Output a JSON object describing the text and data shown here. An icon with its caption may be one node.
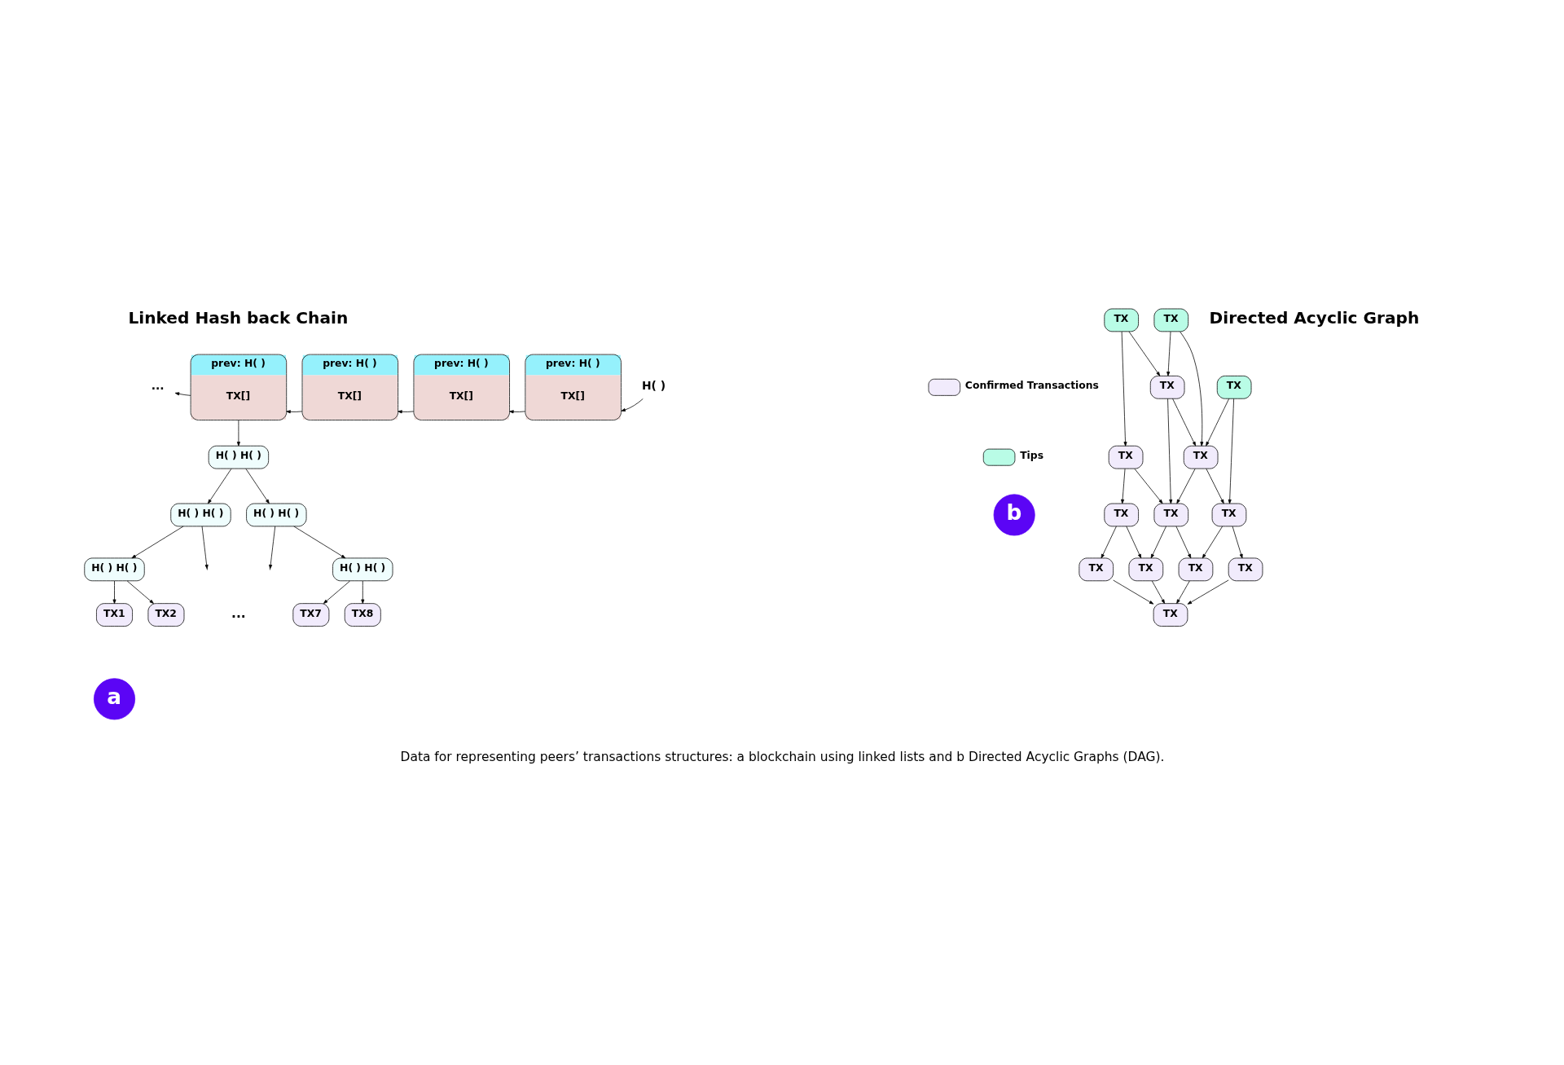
{
  "diagram": {
    "caption": "Data for representing peers’ transactions structures: a blockchain using linked lists and b Directed Acyclic Graphs (DAG).",
    "nodes": [
      {
        "text": [
          "..."
        ]
      },
      {
        "text": [
          "prev: H( )",
          "TX[]"
        ]
      },
      {
        "text": [
          "prev: H( )",
          "TX[]"
        ]
      },
      {
        "text": [
          "prev: H( )",
          "TX[]"
        ]
      },
      {
        "text": [
          "prev: H( )",
          "TX[]"
        ]
      },
      {
        "text": [
          "H( )"
        ]
      },
      {
        "text": [
          "H( ) H( )"
        ]
      },
      {
        "text": [
          "H( ) H( )"
        ]
      },
      {
        "text": [
          "H( ) H( )"
        ]
      },
      {
        "text": [
          "H( ) H( )"
        ]
      },
      {
        "text": [
          "H( ) H( )"
        ]
      },
      {
        "text": [
          "TX1"
        ]
      },
      {
        "text": [
          "TX2"
        ]
      },
      {
        "text": [
          "TX7"
        ]
      },
      {
        "text": [
          "TX8"
        ]
      },
      {
        "text": [
          "TX"
        ]
      },
      {
        "text": [
          "TX"
        ]
      },
      {
        "text": [
          "TX"
        ]
      },
      {
        "text": [
          "TX"
        ]
      },
      {
        "text": [
          "TX"
        ]
      },
      {
        "text": [
          "TX"
        ]
      },
      {
        "text": [
          "TX"
        ]
      },
      {
        "text": [
          "TX"
        ]
      },
      {
        "text": [
          "TX"
        ]
      },
      {
        "text": [
          "TX"
        ]
      },
      {
        "text": [
          "TX"
        ]
      },
      {
        "text": [
          "TX"
        ]
      },
      {
        "text": [
          "TX"
        ]
      },
      {
        "text": [
          "TX"
        ]
      },
      {
        "text": [
          "a"
        ]
      },
      {
        "text": [
          "b"
        ]
      }
    ],
    "edges": [
      {
        "from": 1,
        "to": 0,
        "arrow": "to"
      },
      {
        "from": 2,
        "to": 1,
        "arrow": "to"
      },
      {
        "from": 3,
        "to": 2,
        "arrow": "to"
      },
      {
        "from": 4,
        "to": 3,
        "arrow": "to"
      },
      {
        "from": 5,
        "to": 4,
        "arrow": "to"
      },
      {
        "from": 1,
        "to": 6,
        "arrow": "to"
      },
      {
        "from": 6,
        "to": 7,
        "arrow": "to"
      },
      {
        "from": 6,
        "to": 8,
        "arrow": "to"
      },
      {
        "from": 7,
        "to": 9,
        "arrow": "to"
      },
      {
        "from": 7,
        "to": null,
        "arrow": "to"
      },
      {
        "from": 8,
        "to": null,
        "arrow": "to"
      },
      {
        "from": 8,
        "to": 10,
        "arrow": "to"
      },
      {
        "from": 9,
        "to": 11,
        "arrow": "to"
      },
      {
        "from": 9,
        "to": 12,
        "arrow": "to"
      },
      {
        "from": 10,
        "to": 13,
        "arrow": "to"
      },
      {
        "from": 10,
        "to": 14,
        "arrow": "to"
      },
      {
        "from": 16,
        "to": 15,
        "arrow": "to"
      },
      {
        "from": 16,
        "to": 18,
        "arrow": "to"
      },
      {
        "from": 15,
        "to": 17,
        "arrow": "to"
      },
      {
        "from": 15,
        "to": 20,
        "arrow": "to"
      },
      {
        "from": 18,
        "to": 15,
        "arrow": "to"
      },
      {
        "from": 19,
        "to": 18,
        "arrow": "to"
      },
      {
        "from": 19,
        "to": 22,
        "arrow": "to"
      },
      {
        "from": 18,
        "to": 21,
        "arrow": "to"
      },
      {
        "from": 22,
        "to": 18,
        "arrow": "to"
      },
      {
        "from": 22,
        "to": 21,
        "arrow": "to"
      },
      {
        "from": 21,
        "to": 20,
        "arrow": "to"
      },
      {
        "from": 21,
        "to": 24,
        "arrow": "to"
      },
      {
        "from": 17,
        "to": 23,
        "arrow": "to"
      },
      {
        "from": 20,
        "to": 23,
        "arrow": "to"
      },
      {
        "from": 24,
        "to": 23,
        "arrow": "to"
      },
      {
        "from": 26,
        "to": 23,
        "arrow": "to"
      },
      {
        "from": 25,
        "to": 21,
        "arrow": "to"
      },
      {
        "from": 25,
        "to": 27,
        "arrow": "to"
      },
      {
        "from": 27,
        "to": 24,
        "arrow": "to"
      },
      {
        "from": 27,
        "to": 26,
        "arrow": "to"
      },
      {
        "from": 28,
        "to": 25,
        "arrow": "to"
      },
      {
        "from": 28,
        "to": 22,
        "arrow": "to"
      }
    ],
    "labels": [
      "Linked Hash back Chain",
      "Directed Acyclic Graph",
      "..."
    ],
    "legend": [
      {
        "text": "Confirmed Transactions",
        "color": "#f1ebfc"
      },
      {
        "text": "Tips",
        "color": "#b9fce6"
      }
    ]
  }
}
